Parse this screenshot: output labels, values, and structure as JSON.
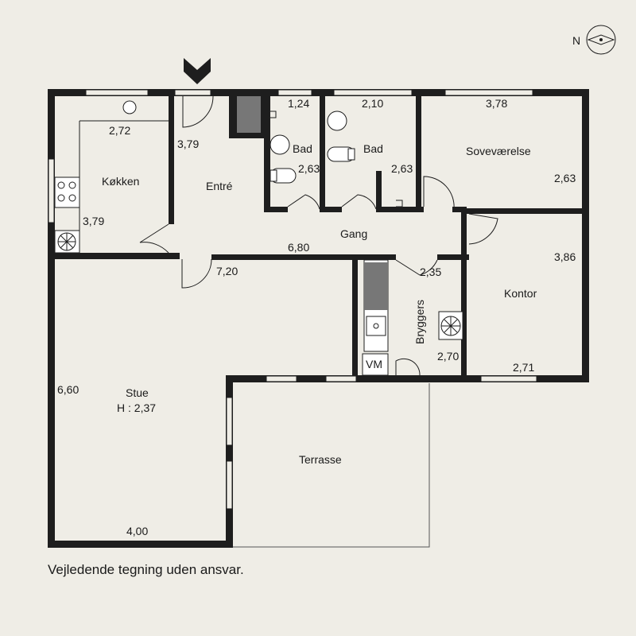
{
  "compass": {
    "label": "N"
  },
  "rooms": {
    "kitchen": "Køkken",
    "entry": "Entré",
    "bath1": "Bad",
    "bath2": "Bad",
    "bedroom": "Soveværelse",
    "hall": "Gang",
    "office": "Kontor",
    "utility": "Bryggers",
    "heater": "VM",
    "living": "Stue",
    "living_height": "H : 2,37",
    "terrace": "Terrasse"
  },
  "dimensions": {
    "kitchen_w": "2,72",
    "kitchen_h": "3,79",
    "entry_h": "3,79",
    "bath1_w": "1,24",
    "bath1_h": "2,63",
    "bath2_w": "2,10",
    "bath2_h": "2,63",
    "bedroom_w": "3,78",
    "bedroom_h": "2,63",
    "hall_w": "6,80",
    "office_h": "3,86",
    "office_w": "2,71",
    "utility_w": "2,35",
    "utility_h": "2,70",
    "living_w1": "7,20",
    "living_h": "6,60",
    "living_w2": "4,00"
  },
  "disclaimer": "Vejledende tegning uden ansvar."
}
